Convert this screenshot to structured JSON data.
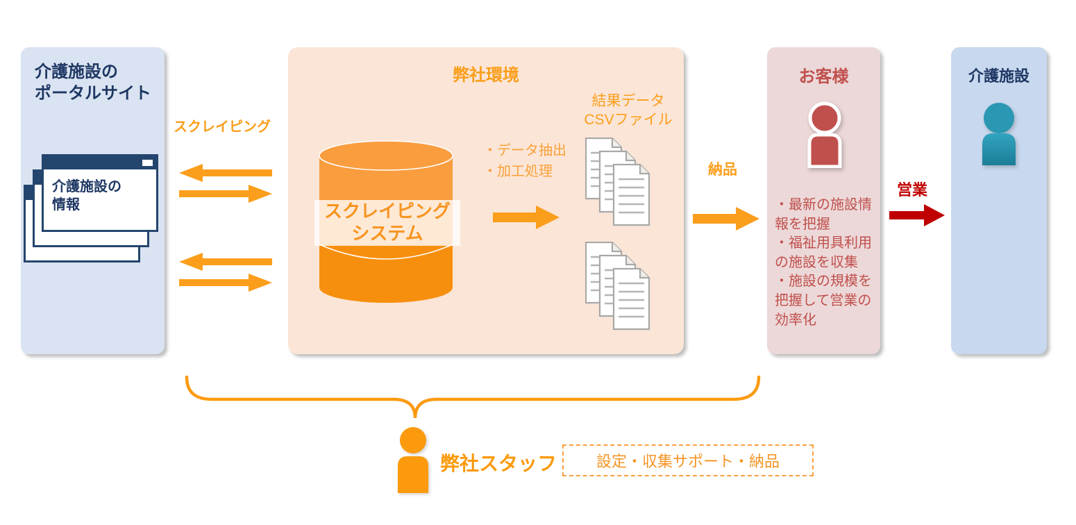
{
  "colors": {
    "orange": "#FB9E1B",
    "orange_deep": "#F78F0E",
    "orange_light": "#FA9D3F",
    "peach_bg": "#FBE5D6",
    "blue_bg": "#DAE3F1",
    "blue_bg_dark": "#C8D8EE",
    "navy": "#1F3864",
    "pink_bg": "#ECD8D8",
    "red": "#C0504D",
    "dark_red": "#C00000",
    "teal": "#2A97B3",
    "file_gray": "#A8A8A8"
  },
  "portal": {
    "title": "介護施設の\nポータルサイト",
    "window_label": "介護施設の\n情報"
  },
  "labels": {
    "scraping": "スクレイピング",
    "delivery": "納品",
    "sales": "営業"
  },
  "env": {
    "title": "弊社環境",
    "system_label": "スクレイピング\nシステム",
    "process_note": "・データ抽出\n・加工処理",
    "result_label": "結果データ\nCSVファイル"
  },
  "customer": {
    "title": "お客様",
    "notes": "・最新の施設情報を把握\n・福祉用具利用の施設を収集\n・施設の規模を把握して営業の効率化"
  },
  "facility": {
    "title": "介護施設"
  },
  "staff": {
    "label": "弊社スタッフ",
    "support_note": "設定・収集サポート・納品"
  }
}
